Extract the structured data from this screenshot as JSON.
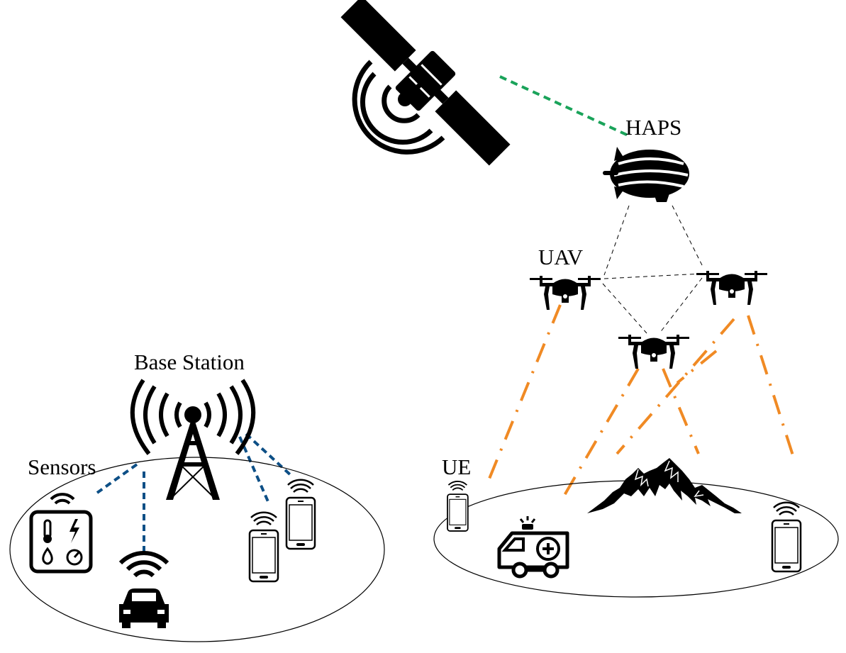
{
  "labels": {
    "haps": "HAPS",
    "uav": "UAV",
    "base_station": "Base Station",
    "sensors": "Sensors",
    "ue": "UE"
  },
  "colors": {
    "satellite_link": "#1aa35a",
    "terrestrial_link": "#0d4f86",
    "uav_link": "#f08a24",
    "mesh_link": "#000000",
    "icon": "#000000"
  },
  "icons": [
    "satellite-icon",
    "haps-airship-icon",
    "drone-icon",
    "cell-tower-icon",
    "sensor-icon",
    "connected-car-icon",
    "smartphone-icon",
    "ambulance-icon",
    "mountain-icon"
  ]
}
